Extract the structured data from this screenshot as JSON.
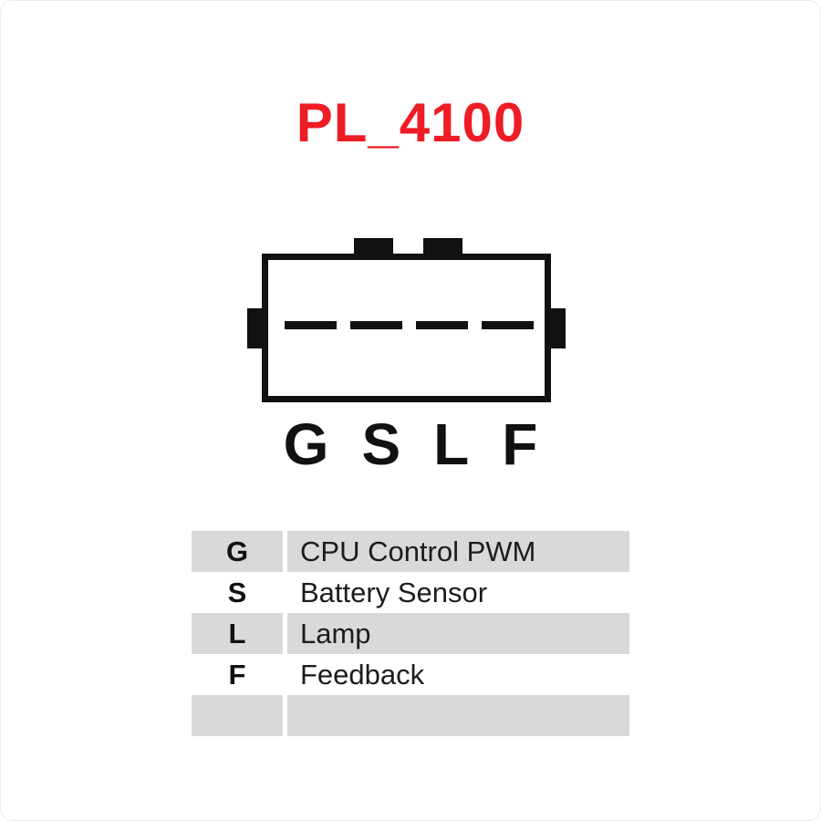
{
  "page": {
    "title": "PL_4100",
    "title_color": "#ee1c25"
  },
  "connector": {
    "pins": [
      "G",
      "S",
      "L",
      "F"
    ]
  },
  "pin_table": {
    "shade_color": "#d9d9d9",
    "rows": [
      {
        "pin": "G",
        "description": "CPU Control PWM"
      },
      {
        "pin": "S",
        "description": "Battery Sensor"
      },
      {
        "pin": "L",
        "description": "Lamp"
      },
      {
        "pin": "F",
        "description": "Feedback"
      },
      {
        "pin": "",
        "description": ""
      }
    ]
  }
}
